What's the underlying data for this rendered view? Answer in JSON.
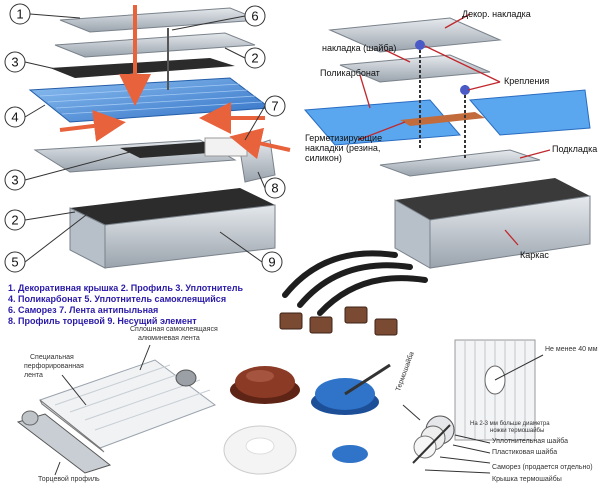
{
  "numbers": [
    "1",
    "2",
    "3",
    "4",
    "5",
    "6",
    "7",
    "8",
    "9"
  ],
  "legend": [
    "1. Декоративная крышка  2. Профиль  3. Уплотнитель",
    "4. Поликарбонат 5. Уплотнитель самоклеящийся",
    "6. Саморез 7. Лента антипыльная",
    "8. Профиль торцевой  9. Несущий элемент"
  ],
  "right_diagram": {
    "decor_cap": "Декор. накладка",
    "washer_cap": "накладка (шайба)",
    "fasteners": "Крепления",
    "polycarbonate": "Поликарбонат",
    "seal_line1": "Герметизирующие",
    "seal_line2": "накладки (резина,",
    "seal_line3": "силикон)",
    "pad": "Подкладка",
    "frame": "Каркас"
  },
  "bottom_left": {
    "tape_line1": "Сплошная самоклеящаяся",
    "tape_line2": "алюминевая лента",
    "perf_line1": "Специальная",
    "perf_line2": "перфорированная",
    "perf_line3": "лента",
    "end_profile": "Торцевой профиль"
  },
  "bottom_right": {
    "min_dist": "Не менее 40 мм",
    "thermowasher": "Термошайба",
    "diameter_note_line1": "На 2-3 мм больше диаметра",
    "diameter_note_line2": "ножки термошайбы",
    "seal_washer": "Уплотнительная шайба",
    "plastic_washer": "Пластиковая шайба",
    "screw": "Саморез (продается отдельно)",
    "washer_cap": "Крышка термошайбы"
  },
  "colors": {
    "polycarbonate": "#3f86d6",
    "arrow": "#e8623c",
    "metal": "#aab2bb",
    "legend_text": "#2a1aa8",
    "washer_blue": "#2f74c8",
    "washer_brown": "#7a2f1e"
  }
}
